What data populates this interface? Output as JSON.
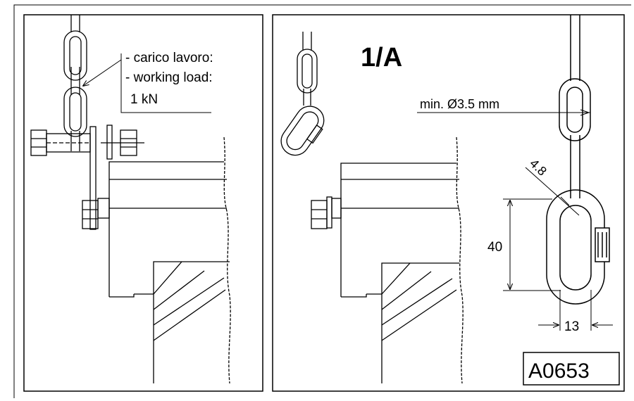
{
  "left_panel": {
    "label_line1": "- carico lavoro:",
    "label_line2": "- working load:",
    "label_line3": "1 kN"
  },
  "right_panel": {
    "title": "1/A",
    "dim_wire": "min. Ø3.5 mm",
    "dim_thickness": "4.8",
    "dim_height": "40",
    "dim_width": "13",
    "ref_code": "A0653"
  }
}
